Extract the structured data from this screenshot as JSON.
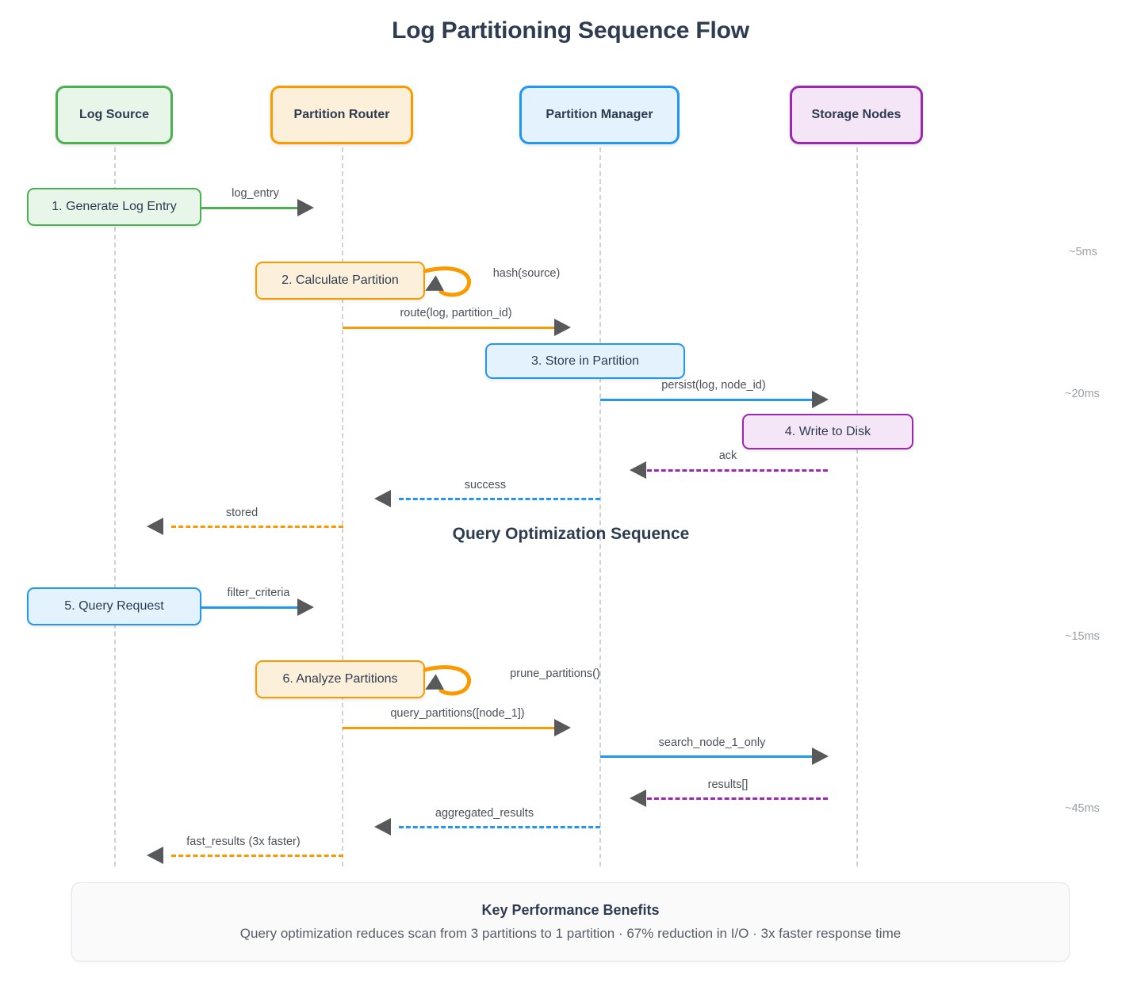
{
  "title": "Log Partitioning Sequence Flow",
  "section_label": "Query Optimization Sequence",
  "colors": {
    "green": "#4caf50",
    "green_fill": "#e8f5e9",
    "orange": "#fb9a00",
    "orange_fill": "#fdf0da",
    "blue": "#2196f3",
    "blue_fill": "#e3f2fd",
    "purple": "#9c27b0",
    "purple_fill": "#f5e6f7",
    "arrowhead": "#58595b",
    "lifeline": "#cfd3d8",
    "text": "#2d3c50",
    "muted": "#9ba0a6"
  },
  "actors": [
    {
      "label": "Log Source",
      "color": "green"
    },
    {
      "label": "Partition Router",
      "color": "orange"
    },
    {
      "label": "Partition Manager",
      "color": "blue"
    },
    {
      "label": "Storage Nodes",
      "color": "purple"
    }
  ],
  "steps": [
    {
      "label": "1. Generate Log Entry"
    },
    {
      "label": "2. Calculate Partition"
    },
    {
      "label": "3. Store in Partition"
    },
    {
      "label": "4. Write to Disk"
    },
    {
      "label": "5. Query Request"
    },
    {
      "label": "6. Analyze Partitions"
    }
  ],
  "messages": [
    {
      "label": "log_entry"
    },
    {
      "label": "hash(source)"
    },
    {
      "label": "route(log, partition_id)"
    },
    {
      "label": "persist(log, node_id)"
    },
    {
      "label": "ack"
    },
    {
      "label": "success"
    },
    {
      "label": "stored"
    },
    {
      "label": "filter_criteria"
    },
    {
      "label": "prune_partitions()"
    },
    {
      "label": "query_partitions([node_1])"
    },
    {
      "label": "search_node_1_only"
    },
    {
      "label": "results[]"
    },
    {
      "label": "aggregated_results"
    },
    {
      "label": "fast_results (3x faster)"
    }
  ],
  "timings": [
    {
      "label": "~5ms"
    },
    {
      "label": "~20ms"
    },
    {
      "label": "~15ms"
    },
    {
      "label": "~45ms"
    }
  ],
  "footer": {
    "title": "Key Performance Benefits",
    "subtitle": "Query optimization reduces scan from 3 partitions to 1 partition · 67% reduction in I/O · 3x faster response time"
  }
}
